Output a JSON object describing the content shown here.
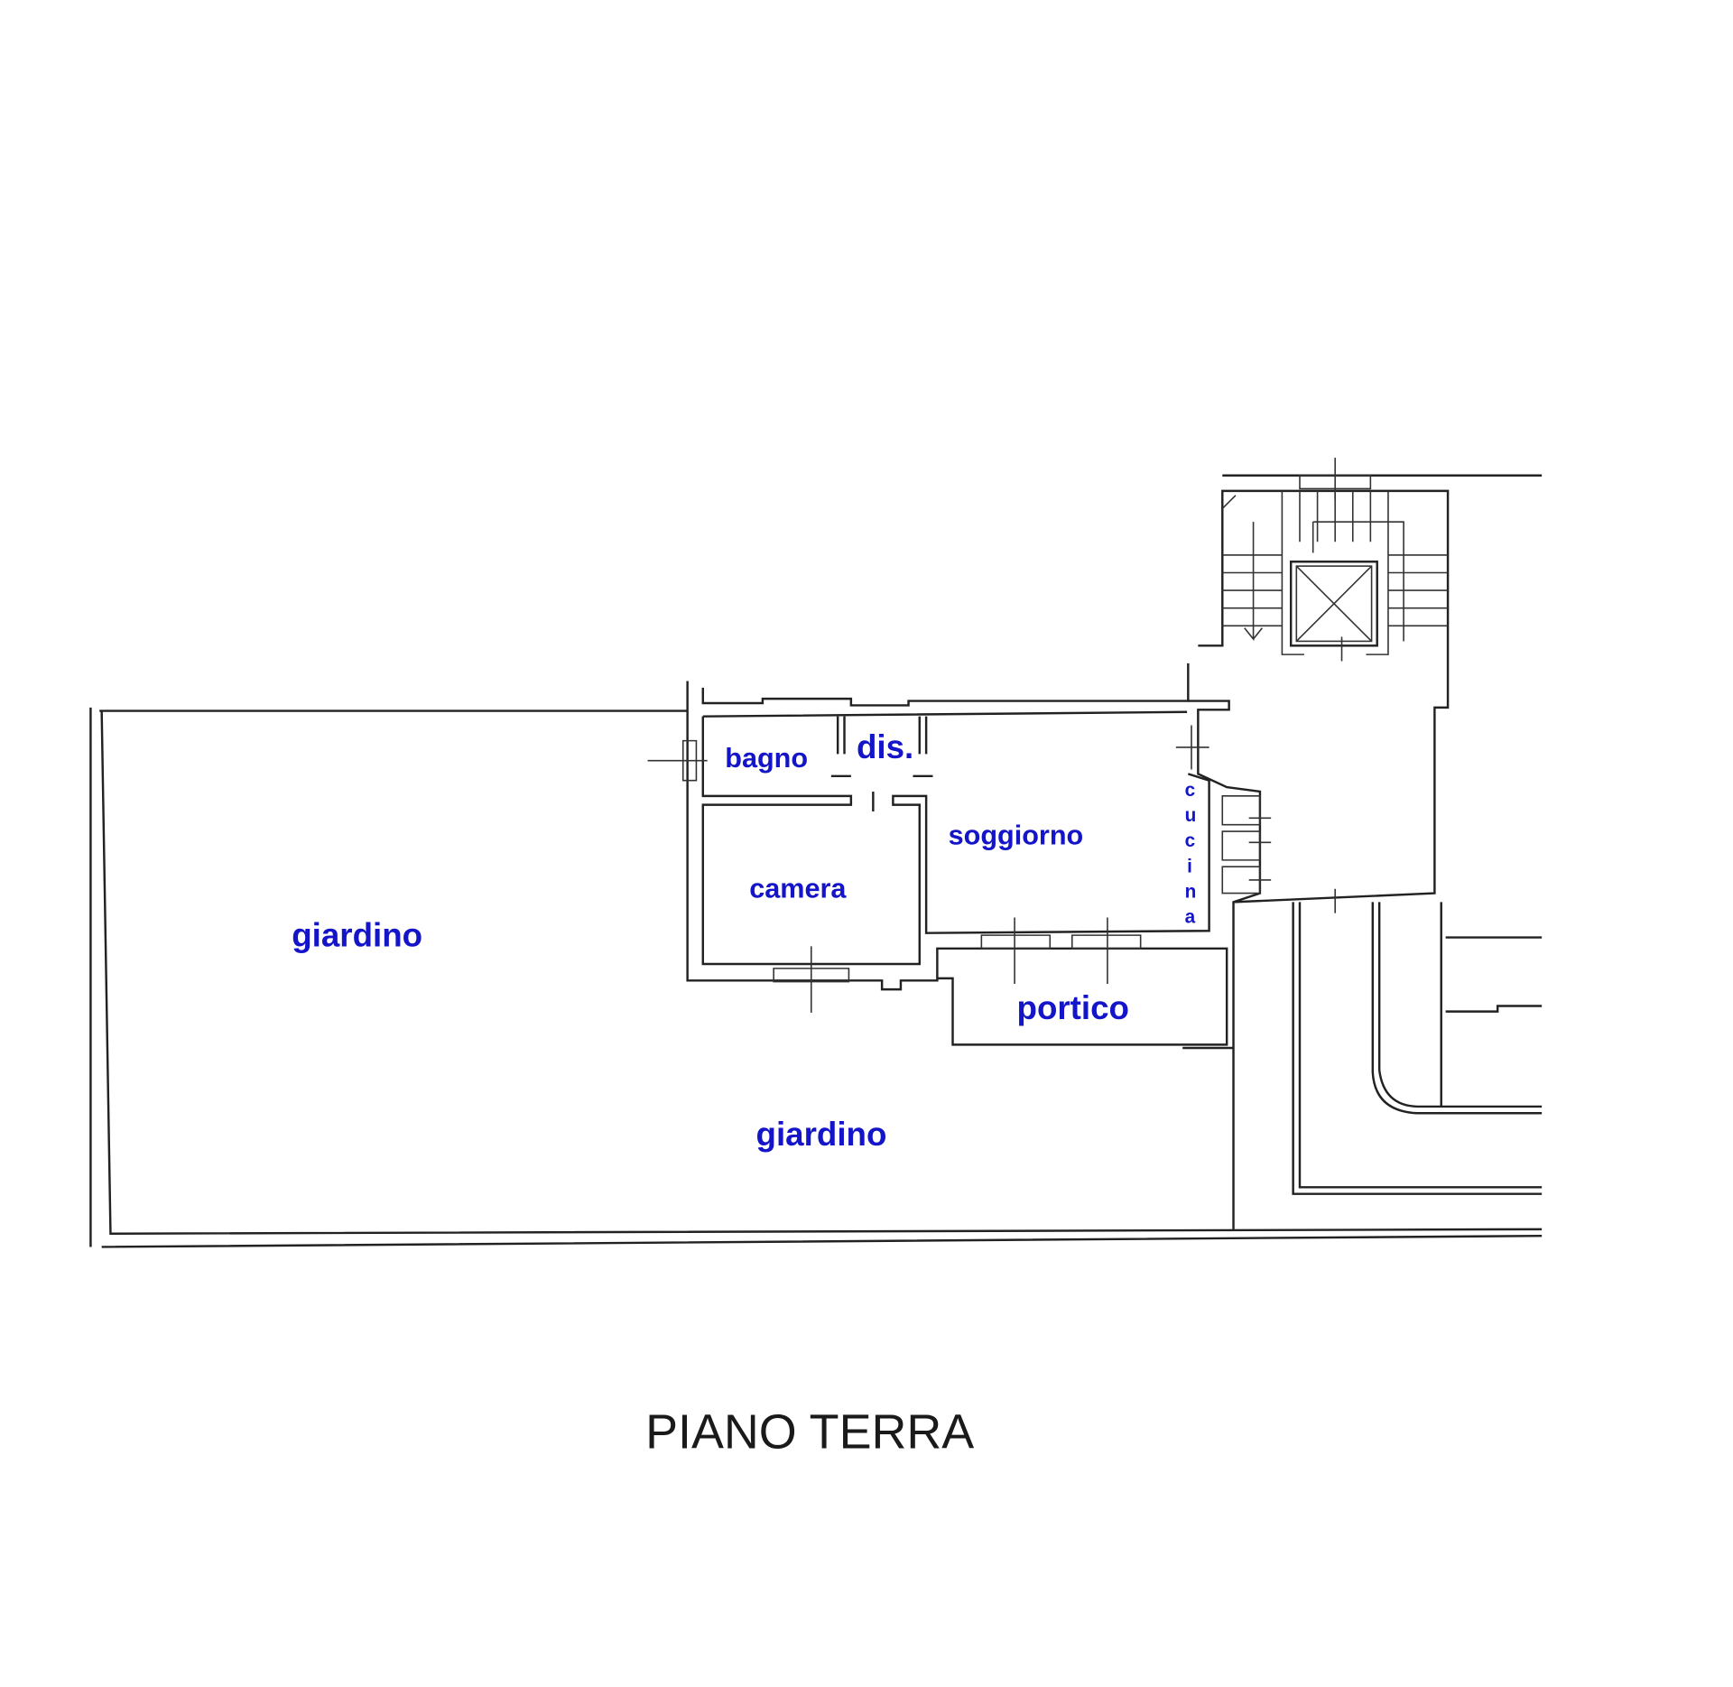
{
  "plan": {
    "title": "PIANO TERRA",
    "rooms": {
      "giardino_left": "giardino",
      "giardino_bottom": "giardino",
      "bagno": "bagno",
      "dis": "dis.",
      "camera": "camera",
      "soggiorno": "soggiorno",
      "cucina": [
        "c",
        "u",
        "c",
        "i",
        "n",
        "a"
      ],
      "portico": "portico"
    },
    "colors": {
      "label": "#1414c8",
      "lines": "#222222"
    }
  }
}
